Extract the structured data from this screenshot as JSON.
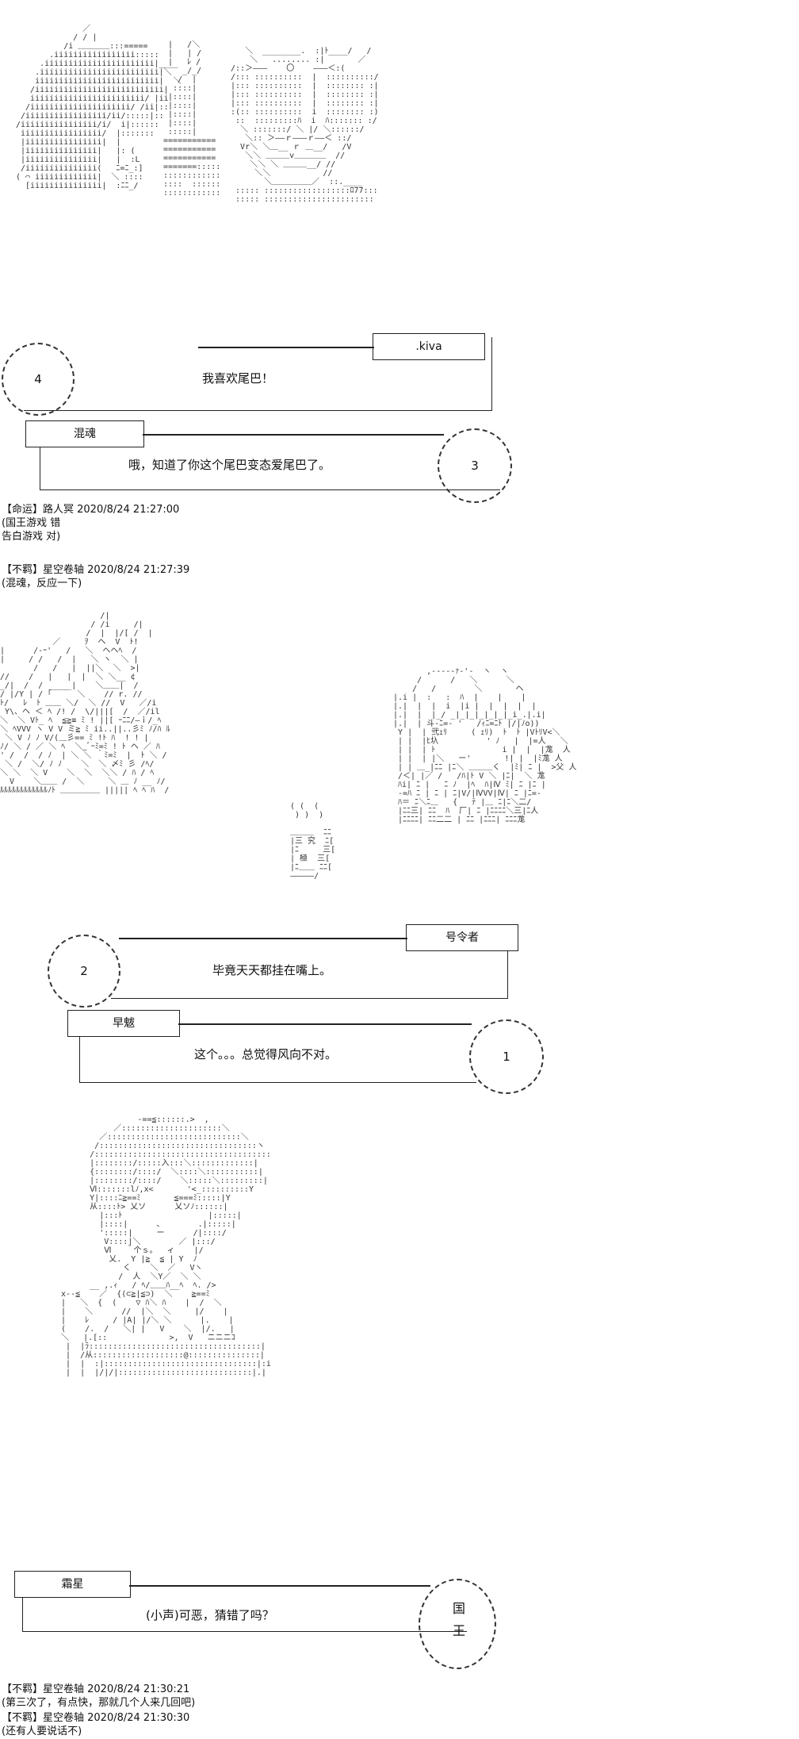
{
  "panels": [
    {
      "speaker_main": ".kiva",
      "line_main": "我喜欢尾巴！",
      "number_main": "4",
      "speaker_reply": "混魂",
      "line_reply": "哦，知道了你这个尾巴变态爱尾巴了。",
      "number_reply": "3"
    },
    {
      "speaker_main": "号令者",
      "line_main": "毕竟天天都挂在嘴上。",
      "number_main": "2",
      "speaker_reply": "早魃",
      "line_reply": "这个。。。总觉得风向不对。",
      "number_reply": "1"
    },
    {
      "speaker_main": "霜星",
      "line_main": "(小声)可恶，猜错了吗？",
      "king_label": "国王"
    }
  ],
  "comments": [
    {
      "header": "【命运】路人冥 2020/8/24 21:27:00",
      "lines": [
        "(国王游戏 错",
        "告白游戏 对)"
      ]
    },
    {
      "header": "【不羁】星空卷轴 2020/8/24 21:27:39",
      "lines": [
        "(混魂，反应一下)"
      ]
    },
    {
      "header": "【不羁】星空卷轴 2020/8/24 21:30:21",
      "lines": [
        "(第三次了，有点快，那就几个人来几回吧)"
      ]
    },
    {
      "header": "【不羁】星空卷轴 2020/8/24 21:30:30",
      "lines": [
        "(还有人要说话不)"
      ]
    }
  ]
}
